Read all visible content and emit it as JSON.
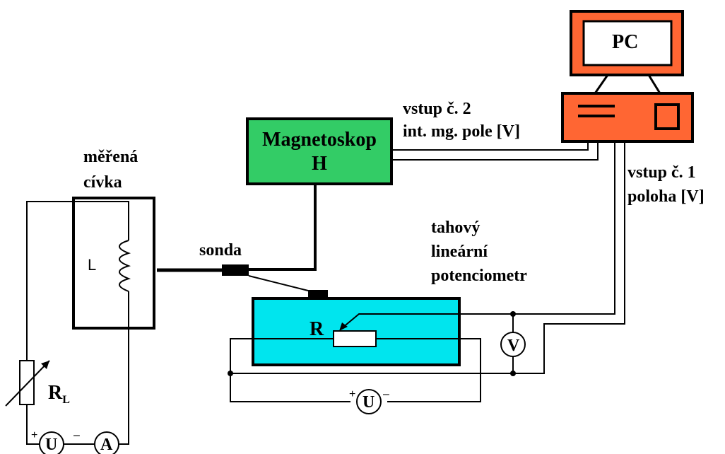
{
  "labels": {
    "pc": "PC",
    "magnetoskop_line1": "Magnetoskop",
    "magnetoskop_line2": "H",
    "input2_line1": "vstup č. 2",
    "input2_line2": "int. mg. pole [V]",
    "input1_line1": "vstup č. 1",
    "input1_line2": "poloha [V]",
    "coil_line1": "měřená",
    "coil_line2": "cívka",
    "inductor": "L",
    "probe": "sonda",
    "pot_line1": "tahový",
    "pot_line2": "lineární",
    "pot_line3": "potenciometr",
    "resistor": "R",
    "rheostat": "R",
    "rheostat_sub": "L",
    "voltmeter": "V",
    "source_u": "U",
    "source_u_left": "U",
    "ammeter": "A",
    "plus": "+",
    "minus": "–"
  },
  "colors": {
    "pc_fill": "#ff6633",
    "magnetoskop_fill": "#33cc66",
    "potentiometer_fill": "#00e5ee",
    "wire": "#000000"
  }
}
